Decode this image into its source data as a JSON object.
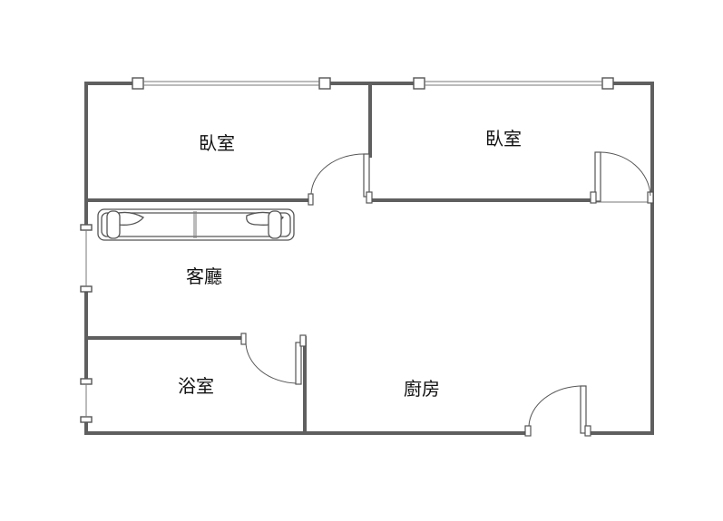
{
  "rooms": {
    "bedroom_left": "臥室",
    "bedroom_right": "臥室",
    "living_room": "客廳",
    "bathroom": "浴室",
    "kitchen": "廚房"
  },
  "colors": {
    "wall": "#5f5f5f",
    "background": "#ffffff",
    "label": "#111111"
  }
}
